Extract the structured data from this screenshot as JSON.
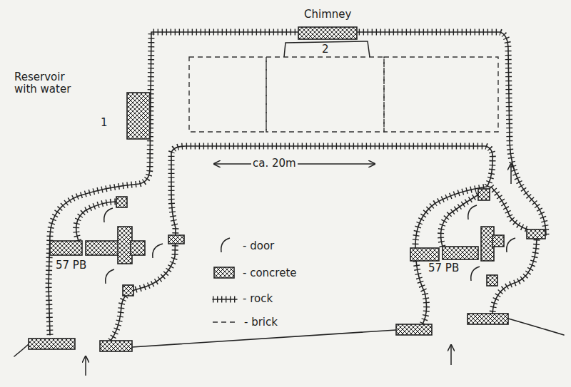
{
  "diagram": {
    "labels": [
      "Chimney",
      "2",
      "Reservoir with water",
      "1",
      "ca. 20m",
      "57 PB",
      "57 PB"
    ],
    "legend": [
      {
        "text": "- door"
      },
      {
        "text": "- concrete"
      },
      {
        "text": "- rock"
      },
      {
        "text": "- brick"
      }
    ]
  }
}
